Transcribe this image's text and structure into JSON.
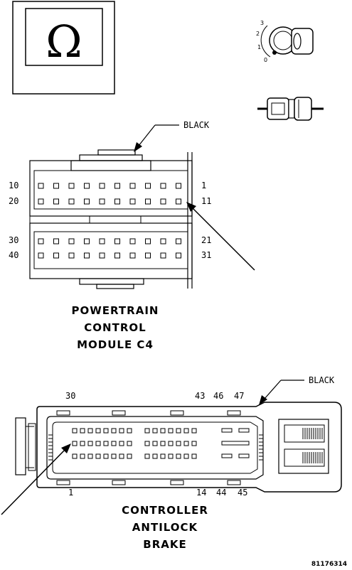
{
  "meter_symbol": "Ω",
  "ignition_positions": [
    "3",
    "2",
    "1",
    "0"
  ],
  "pcm": {
    "color_label": "BLACK",
    "pins_left": [
      "10",
      "20",
      "30",
      "40"
    ],
    "pins_right": [
      "1",
      "11",
      "21",
      "31"
    ],
    "title_lines": [
      "POWERTRAIN",
      "CONTROL",
      "MODULE C4"
    ]
  },
  "abs": {
    "color_label": "BLACK",
    "pins_top": [
      "30",
      "43",
      "46",
      "47"
    ],
    "pins_bottom": [
      "1",
      "14",
      "44",
      "45"
    ],
    "title_lines": [
      "CONTROLLER",
      "ANTILOCK",
      "BRAKE"
    ]
  },
  "figure_id": "81176314"
}
